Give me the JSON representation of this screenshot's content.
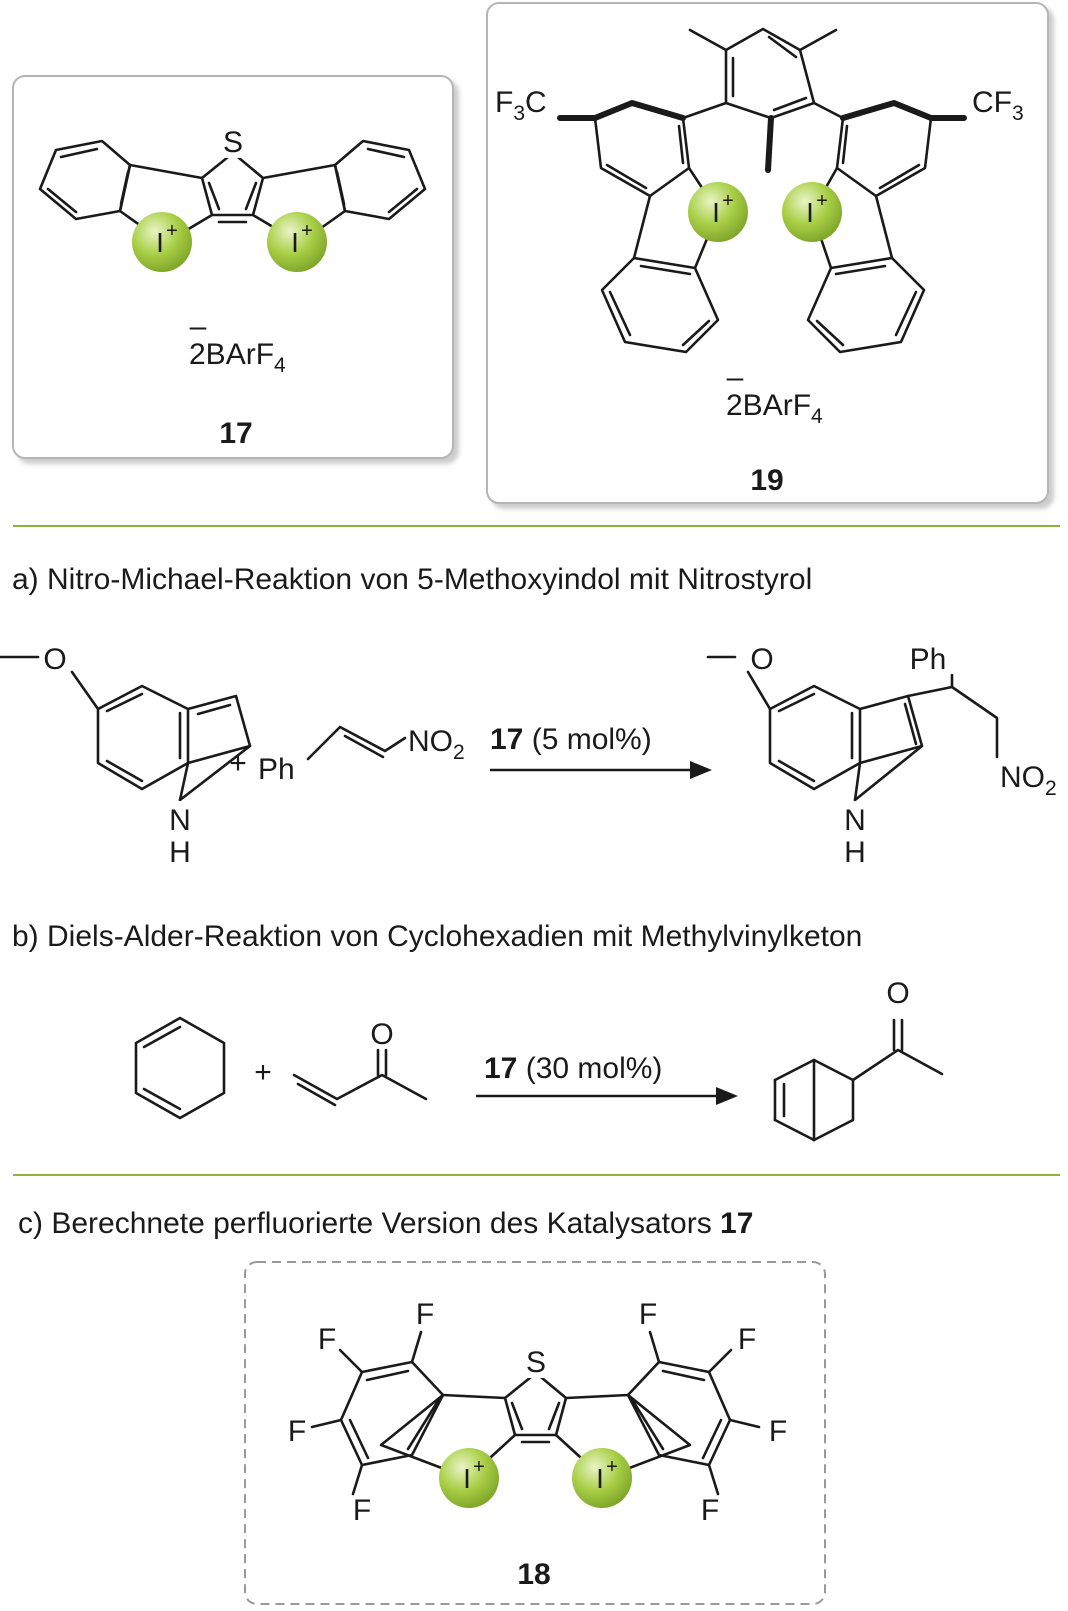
{
  "compounds": {
    "c17": {
      "label": "17",
      "counterion_prefix": "2BAr",
      "counterion_f": "F",
      "counterion_sub": "4",
      "counterion_charge": "–"
    },
    "c19": {
      "label": "19",
      "counterion_prefix": "2BAr",
      "counterion_f": "F",
      "counterion_sub": "4",
      "counterion_charge": "–"
    },
    "c18": {
      "label": "18"
    }
  },
  "atoms": {
    "sulfur": "S",
    "iodonium": "I",
    "plus": "+",
    "oxygen": "O",
    "nitrogen": "N",
    "hydrogen": "H",
    "phenyl": "Ph",
    "fluorine": "F",
    "cf3_left_f": "F",
    "cf3_left_sub": "3",
    "cf3_left_c": "C",
    "cf3_right_c": "CF",
    "cf3_right_sub": "3",
    "nitro": "NO",
    "nitro_sub": "2",
    "plus_sign": "+"
  },
  "reaction_a": {
    "caption": "a) Nitro-Michael-Reaktion von 5-Methoxyindol mit Nitrostyrol",
    "catalyst_label": "17",
    "conditions": " (5 mol%)"
  },
  "reaction_b": {
    "caption": "b) Diels-Alder-Reaktion von Cyclohexadien mit Methylvinylketon",
    "catalyst_label": "17",
    "conditions": " (30 mol%)"
  },
  "section_c": {
    "caption": "c) Berechnete perfluorierte Version des Katalysators ",
    "caption_bold": "17"
  },
  "colors": {
    "iodonium_green": "#9cc63a",
    "divider_green": "#8fb33a",
    "box_border": "#b5b5b5"
  }
}
